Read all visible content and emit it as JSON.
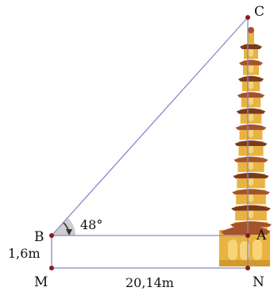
{
  "points": {
    "A": "A",
    "B": "B",
    "C": "C",
    "M": "M",
    "N": "N"
  },
  "measurements": {
    "angle_B": "48°",
    "height_BM": "1,6m",
    "distance_MN": "20,14m"
  },
  "colors": {
    "line": "#8b87c9",
    "point": "#8b1a1a",
    "angle_fill": "#c8c8c8",
    "tower_gold": "#e8b340",
    "tower_gold_light": "#f6d47a",
    "tower_roof": "#a5532c",
    "tower_roof_dark": "#7c3a1c"
  }
}
